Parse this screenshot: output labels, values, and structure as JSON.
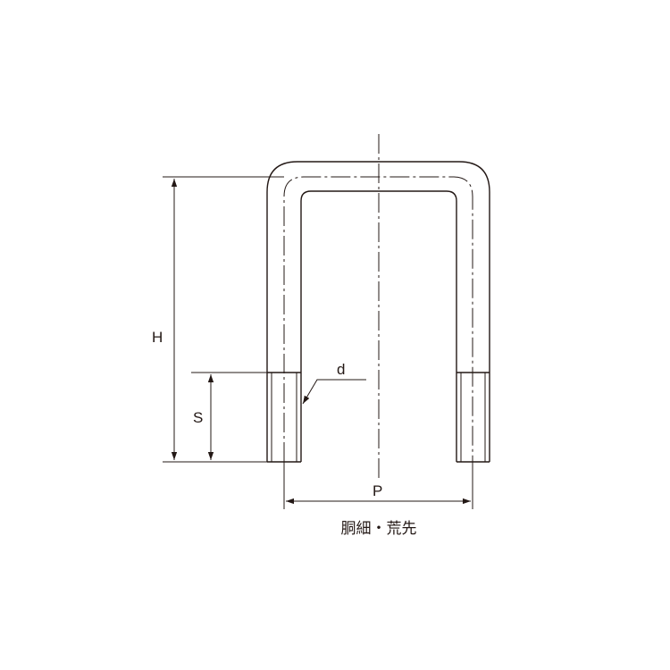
{
  "labels": {
    "height": "H",
    "thread_length": "S",
    "diameter": "d",
    "pitch": "P"
  },
  "caption": "胴細・荒先",
  "colors": {
    "line": "#231815",
    "background": "#ffffff"
  }
}
